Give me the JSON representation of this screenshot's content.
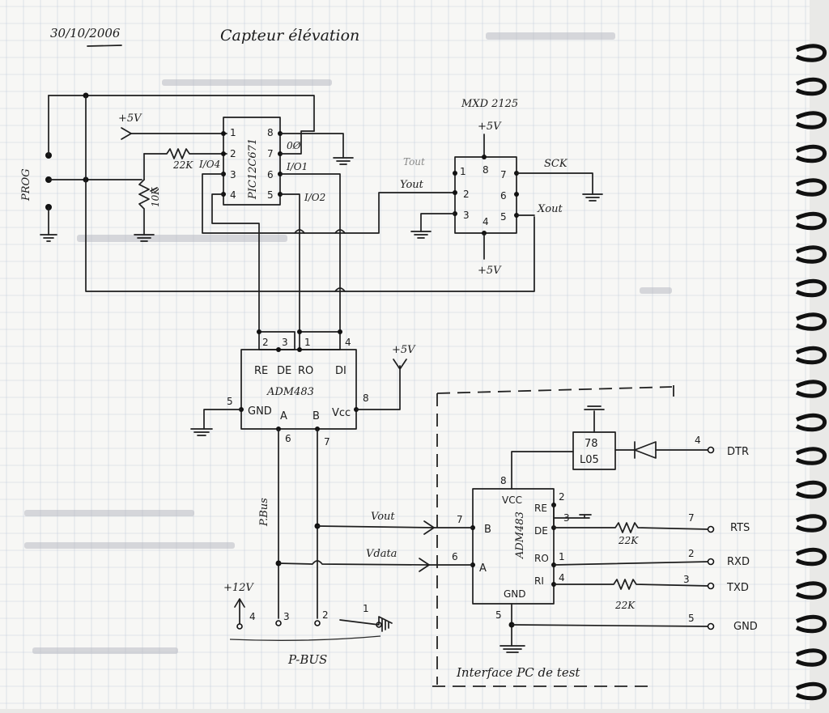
{
  "header": {
    "date": "30/10/2006",
    "title": "Capteur élévation"
  },
  "pic": {
    "name": "PIC12C671",
    "pins": [
      "1",
      "2",
      "3",
      "4",
      "8",
      "7",
      "6",
      "5"
    ],
    "right_labels": [
      "0Ø",
      "I/O1",
      "I/O2"
    ],
    "left_label": "I/O4",
    "resistor": "22K"
  },
  "left": {
    "prog": "PROG",
    "supply": "+5V",
    "pot": "10K"
  },
  "mxd": {
    "name": "MXD 2125",
    "pins": [
      "1",
      "2",
      "3",
      "8",
      "7",
      "6",
      "4",
      "5"
    ],
    "top_supply": "+5V",
    "bottom_supply": "+5V",
    "tout": "Tout",
    "yout": "Yout",
    "sck": "SCK",
    "xout": "Xout"
  },
  "adm_top": {
    "name": "ADM483",
    "pin_nums": [
      "2",
      "3",
      "1",
      "4"
    ],
    "pins": [
      "RE",
      "DE",
      "RO",
      "DI"
    ],
    "gnd": "GND",
    "gnd_num": "5",
    "a": "A",
    "b": "B",
    "vcc": "Vcc",
    "vcc_num": "8",
    "a_num": "6",
    "b_num": "7",
    "supply": "+5V"
  },
  "bus": {
    "label": "P.Bus",
    "bottom": "P-BUS",
    "pins": [
      "4",
      "3",
      "2",
      "1"
    ],
    "supply": "+12V",
    "vout": "Vout",
    "vdata": "Vdata"
  },
  "pc": {
    "title": "Interface PC de test",
    "reg": [
      "78",
      "L05"
    ],
    "reg_in": "4",
    "chip": {
      "name": "ADM483",
      "vcc": "VCC",
      "re": "RE",
      "de": "DE",
      "ro": "RO",
      "ri": "RI",
      "b": "B",
      "a": "A",
      "gnd": "GND",
      "vcc_num": "8",
      "re_num": "2",
      "de_num": "3",
      "ro_num": "1",
      "ri_num": "4",
      "b_num": "7",
      "a_num": "6",
      "gnd_num": "5"
    },
    "resistors": [
      "22K",
      "22K"
    ],
    "connector": [
      {
        "num": "4",
        "name": "DTR"
      },
      {
        "num": "7",
        "name": "RTS"
      },
      {
        "num": "2",
        "name": "RXD"
      },
      {
        "num": "3",
        "name": "TXD"
      },
      {
        "num": "5",
        "name": "GND"
      }
    ]
  },
  "colors": {
    "paper": "#f7f7f5",
    "grid": "#c9d2de",
    "ink": "#1e1e1e",
    "binding": "#111111"
  }
}
